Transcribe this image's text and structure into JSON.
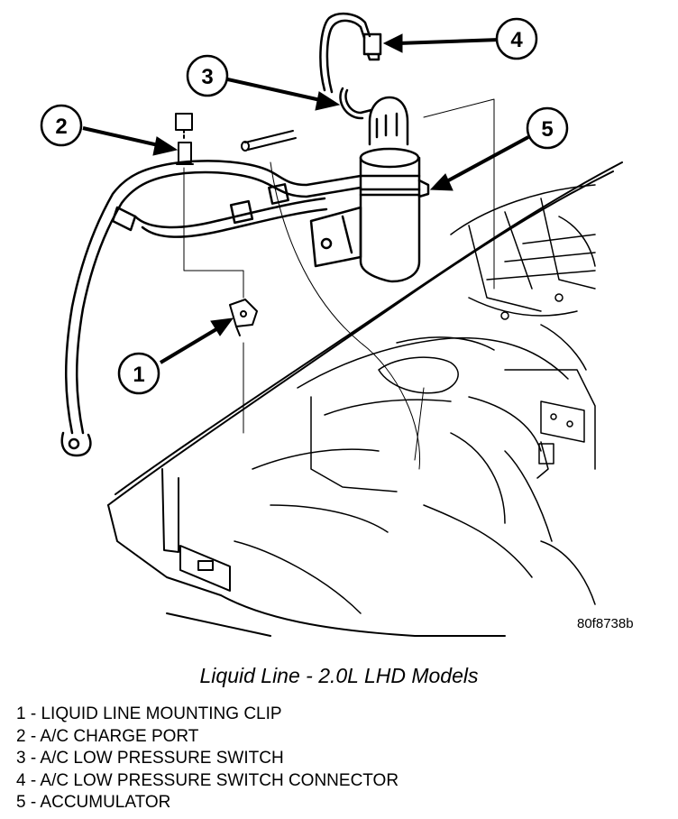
{
  "figure_code": "80f8738b",
  "caption": "Liquid Line - 2.0L LHD Models",
  "callouts": [
    {
      "num": "1",
      "label": "LIQUID LINE MOUNTING CLIP"
    },
    {
      "num": "2",
      "label": "A/C CHARGE PORT"
    },
    {
      "num": "3",
      "label": "A/C LOW PRESSURE SWITCH"
    },
    {
      "num": "4",
      "label": "A/C LOW PRESSURE SWITCH CONNECTOR"
    },
    {
      "num": "5",
      "label": "ACCUMULATOR"
    }
  ],
  "legend_separator": " - "
}
